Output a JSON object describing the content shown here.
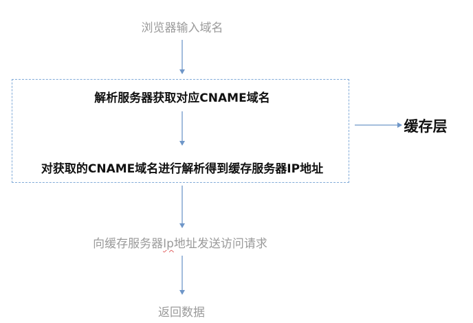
{
  "diagram": {
    "steps": {
      "step1": "浏览器输入域名",
      "step2": "解析服务器获取对应CNAME域名",
      "step3": "对获取的CNAME域名进行解析得到缓存服务器IP地址",
      "step4_before": "向缓存服务器",
      "step4_ip": "Ip",
      "step4_after": "地址发送访问请求",
      "step5": "返回数据"
    },
    "side_label": "缓存层",
    "colors": {
      "arrow": "#6e96c8",
      "box_border": "#7fa9d8",
      "muted_text": "#9a9a9a",
      "bold_text": "#111111"
    }
  }
}
